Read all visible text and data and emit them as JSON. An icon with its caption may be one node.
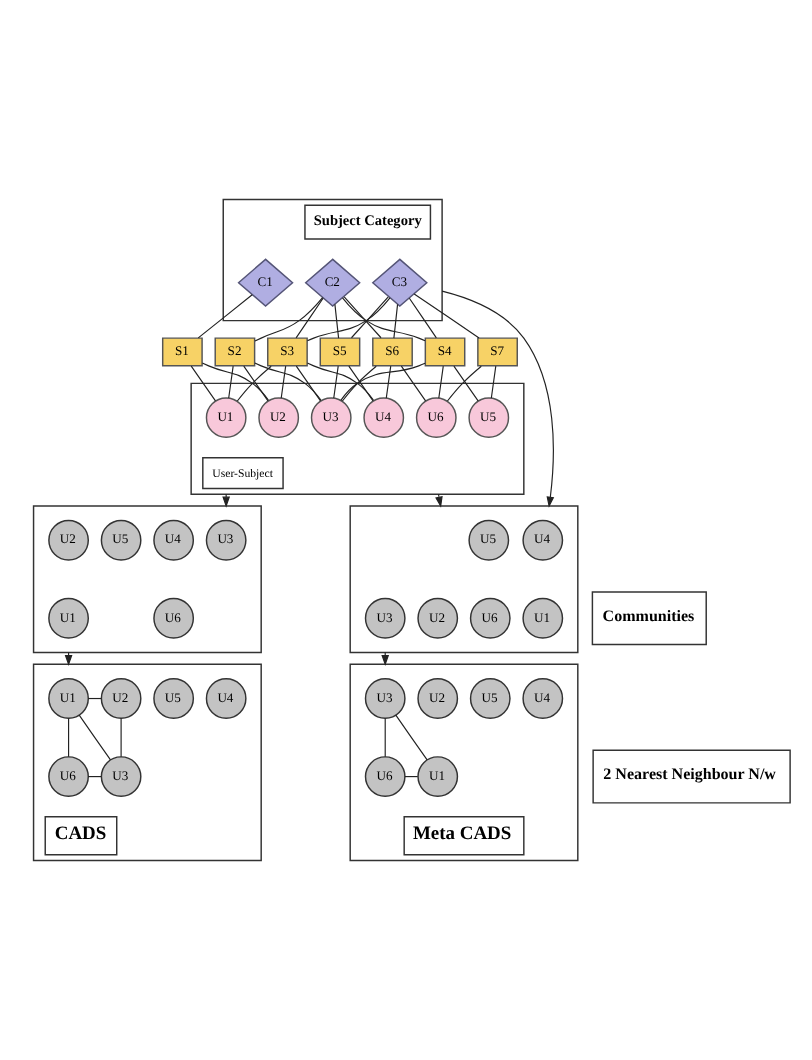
{
  "diagram": {
    "nodes": [
      {
        "text": [
          "Subject Category"
        ]
      },
      {
        "text": [
          "C1"
        ],
        "in": 0
      },
      {
        "text": [
          "C2"
        ],
        "in": 0
      },
      {
        "text": [
          "C3"
        ],
        "in": 0
      },
      {
        "text": [
          "User-Subject"
        ]
      },
      {
        "text": [
          "S1"
        ]
      },
      {
        "text": [
          "S2"
        ]
      },
      {
        "text": [
          "S3"
        ]
      },
      {
        "text": [
          "S4"
        ]
      },
      {
        "text": [
          "S5"
        ]
      },
      {
        "text": [
          "S6"
        ]
      },
      {
        "text": [
          "S7"
        ]
      },
      {
        "text": [
          "U1"
        ],
        "in": 4
      },
      {
        "text": [
          "U2"
        ],
        "in": 4
      },
      {
        "text": [
          "U3"
        ],
        "in": 4
      },
      {
        "text": [
          "U4"
        ],
        "in": 4
      },
      {
        "text": [
          "U5"
        ],
        "in": 4
      },
      {
        "text": [
          "U6"
        ],
        "in": 4
      },
      {
        "text": [],
        "shape": "box"
      },
      {
        "text": [
          "U3"
        ],
        "in": 18
      },
      {
        "text": [
          "U4"
        ],
        "in": 18
      },
      {
        "text": [
          "U5"
        ],
        "in": 18
      },
      {
        "text": [
          "U2"
        ],
        "in": 18
      },
      {
        "text": [
          "U6"
        ],
        "in": 18
      },
      {
        "text": [
          "U1"
        ],
        "in": 18
      },
      {
        "text": [],
        "shape": "box"
      },
      {
        "text": [
          "U4"
        ],
        "in": 25
      },
      {
        "text": [
          "U5"
        ],
        "in": 25
      },
      {
        "text": [
          "U1"
        ],
        "in": 25
      },
      {
        "text": [
          "U6"
        ],
        "in": 25
      },
      {
        "text": [
          "U2"
        ],
        "in": 25
      },
      {
        "text": [
          "U3"
        ],
        "in": 25
      },
      {
        "text": [
          "Communities"
        ]
      },
      {
        "text": [
          "CADS"
        ]
      },
      {
        "text": [
          "U4"
        ],
        "in": 33
      },
      {
        "text": [
          "U5"
        ],
        "in": 33
      },
      {
        "text": [
          "U1"
        ],
        "in": 33
      },
      {
        "text": [
          "U2"
        ],
        "in": 33
      },
      {
        "text": [
          "U6"
        ],
        "in": 33
      },
      {
        "text": [
          "U3"
        ],
        "in": 33
      },
      {
        "text": [
          "Meta CADS"
        ]
      },
      {
        "text": [
          "U4"
        ],
        "in": 40
      },
      {
        "text": [
          "U5"
        ],
        "in": 40
      },
      {
        "text": [
          "U2"
        ],
        "in": 40
      },
      {
        "text": [
          "U3"
        ],
        "in": 40
      },
      {
        "text": [
          "U1"
        ],
        "in": 40
      },
      {
        "text": [
          "U6"
        ],
        "in": 40
      },
      {
        "text": [
          "2 Nearest Neighbour N/w"
        ]
      }
    ],
    "edges": [
      {
        "from": 1,
        "to": 5,
        "arrow": "none"
      },
      {
        "from": 2,
        "to": 6,
        "arrow": "none"
      },
      {
        "from": 2,
        "to": 7,
        "arrow": "none"
      },
      {
        "from": 2,
        "to": 8,
        "arrow": "none"
      },
      {
        "from": 2,
        "to": 9,
        "arrow": "none"
      },
      {
        "from": 2,
        "to": 10,
        "arrow": "none"
      },
      {
        "from": 3,
        "to": 7,
        "arrow": "none"
      },
      {
        "from": 3,
        "to": 8,
        "arrow": "none"
      },
      {
        "from": 3,
        "to": 9,
        "arrow": "none"
      },
      {
        "from": 3,
        "to": 10,
        "arrow": "none"
      },
      {
        "from": 3,
        "to": 11,
        "arrow": "none"
      },
      {
        "from": 5,
        "to": 12,
        "arrow": "none"
      },
      {
        "from": 5,
        "to": 13,
        "arrow": "none"
      },
      {
        "from": 6,
        "to": 12,
        "arrow": "none"
      },
      {
        "from": 6,
        "to": 13,
        "arrow": "none"
      },
      {
        "from": 6,
        "to": 14,
        "arrow": "none"
      },
      {
        "from": 7,
        "to": 12,
        "arrow": "none"
      },
      {
        "from": 7,
        "to": 13,
        "arrow": "none"
      },
      {
        "from": 7,
        "to": 14,
        "arrow": "none"
      },
      {
        "from": 7,
        "to": 15,
        "arrow": "none"
      },
      {
        "from": 8,
        "to": 14,
        "arrow": "none"
      },
      {
        "from": 8,
        "to": 16,
        "arrow": "none"
      },
      {
        "from": 8,
        "to": 17,
        "arrow": "none"
      },
      {
        "from": 9,
        "to": 14,
        "arrow": "none"
      },
      {
        "from": 9,
        "to": 15,
        "arrow": "none"
      },
      {
        "from": 10,
        "to": 14,
        "arrow": "none"
      },
      {
        "from": 10,
        "to": 15,
        "arrow": "none"
      },
      {
        "from": 10,
        "to": 17,
        "arrow": "none"
      },
      {
        "from": 11,
        "to": 16,
        "arrow": "none"
      },
      {
        "from": 11,
        "to": 17,
        "arrow": "none"
      },
      {
        "from": 4,
        "to": 18,
        "arrow": "to"
      },
      {
        "from": 0,
        "to": 25,
        "arrow": "to"
      },
      {
        "from": 4,
        "to": 25,
        "arrow": "to"
      },
      {
        "from": 18,
        "to": 33,
        "arrow": "to"
      },
      {
        "from": 25,
        "to": 40,
        "arrow": "to"
      },
      {
        "from": 36,
        "to": 37,
        "arrow": "none"
      },
      {
        "from": 36,
        "to": 38,
        "arrow": "none"
      },
      {
        "from": 36,
        "to": 39,
        "arrow": "none"
      },
      {
        "from": 37,
        "to": 39,
        "arrow": "none"
      },
      {
        "from": 38,
        "to": 39,
        "arrow": "none"
      },
      {
        "from": 44,
        "to": 45,
        "arrow": "none"
      },
      {
        "from": 44,
        "to": 46,
        "arrow": "none"
      },
      {
        "from": 45,
        "to": 46,
        "arrow": "none"
      }
    ]
  }
}
